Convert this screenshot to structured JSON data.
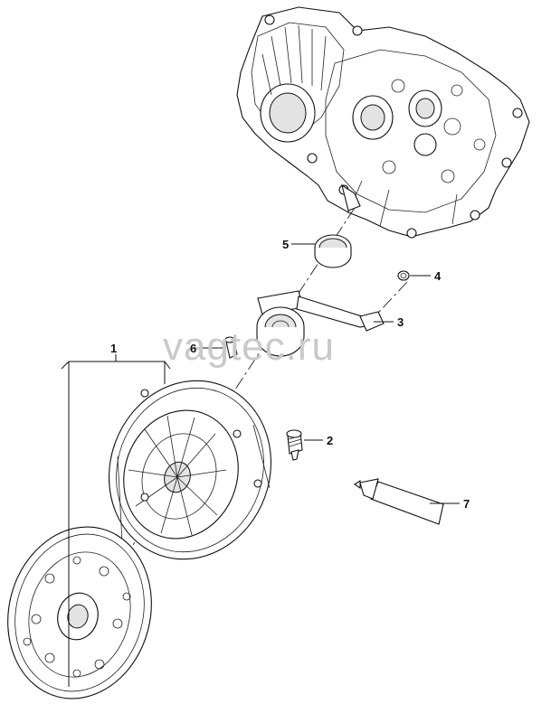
{
  "watermark": "vagtec.ru",
  "callouts": [
    {
      "id": "1",
      "label": "1"
    },
    {
      "id": "2",
      "label": "2"
    },
    {
      "id": "3",
      "label": "3"
    },
    {
      "id": "4",
      "label": "4"
    },
    {
      "id": "5",
      "label": "5"
    },
    {
      "id": "6",
      "label": "6"
    },
    {
      "id": "7",
      "label": "7"
    }
  ]
}
